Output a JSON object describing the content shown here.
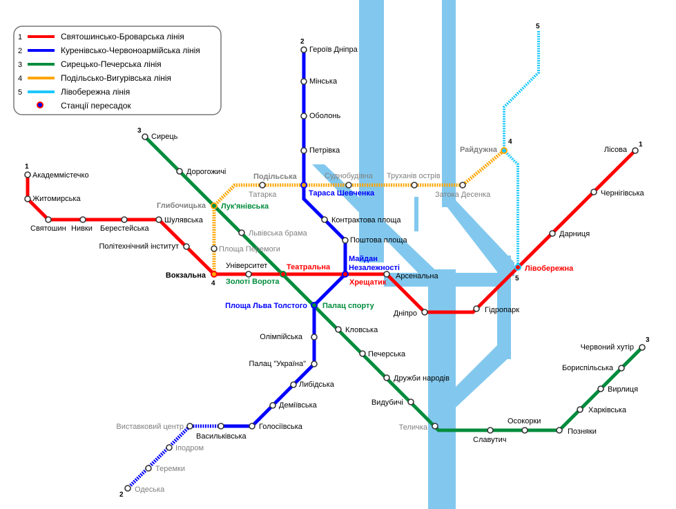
{
  "legend": {
    "items": [
      {
        "num": "1",
        "label": "Святошинсько-Броварська лінія",
        "color": "#ff0000"
      },
      {
        "num": "2",
        "label": "Куренівсько-Червоноармійська лінія",
        "color": "#0000ff"
      },
      {
        "num": "3",
        "label": "Сирецько-Печерська лінія",
        "color": "#008c3c"
      },
      {
        "num": "4",
        "label": "Подільсько-Вигурівська лінія",
        "color": "#ffa500"
      },
      {
        "num": "5",
        "label": "Лівобережна лінія",
        "color": "#1ec8ff"
      }
    ],
    "interchange_label": "Станції пересадок"
  },
  "line_numbers": {
    "l1": "1",
    "l2": "2",
    "l3": "3",
    "l4": "4",
    "l5": "5"
  },
  "stations": {
    "l1": [
      "Академмістечко",
      "Житомирська",
      "Святошин",
      "Нивки",
      "Берестейська",
      "Шулявська",
      "Політехнічний інститут",
      "Вокзальна",
      "Університет",
      "Театральна",
      "Хрещатик",
      "Арсенальна",
      "Дніпро",
      "Гідропарк",
      "Лівобережна",
      "Дарниця",
      "Чернігівська",
      "Лісова"
    ],
    "l2": [
      "Героїв Дніпра",
      "Мінська",
      "Оболонь",
      "Петрівка",
      "Тараса Шевченка",
      "Контрактова площа",
      "Поштова площа",
      "Майдан",
      "Незалежності",
      "Площа Льва Толстого",
      "Олімпійська",
      "Палац \"Україна\"",
      "Либідська",
      "Деміївська",
      "Голосіївська",
      "Васильківська",
      "Виставковий центр",
      "Іподром",
      "Теремки",
      "Одеська"
    ],
    "l3": [
      "Сирець",
      "Дорогожичі",
      "Лук'янівська",
      "Львівська брама",
      "Золоті Ворота",
      "Палац спорту",
      "Кловська",
      "Печерська",
      "Дружби народів",
      "Видубичі",
      "Теличка",
      "Славутич",
      "Осокорки",
      "Позняки",
      "Харківська",
      "Вирлиця",
      "Бориспільська",
      "Червоний хутір"
    ],
    "l4": [
      "Площа Перемоги",
      "Глибочицька",
      "Татарка",
      "Подільська",
      "Суднобудівна",
      "Труханів острів",
      "Затока Десенка",
      "Райдужна"
    ]
  }
}
